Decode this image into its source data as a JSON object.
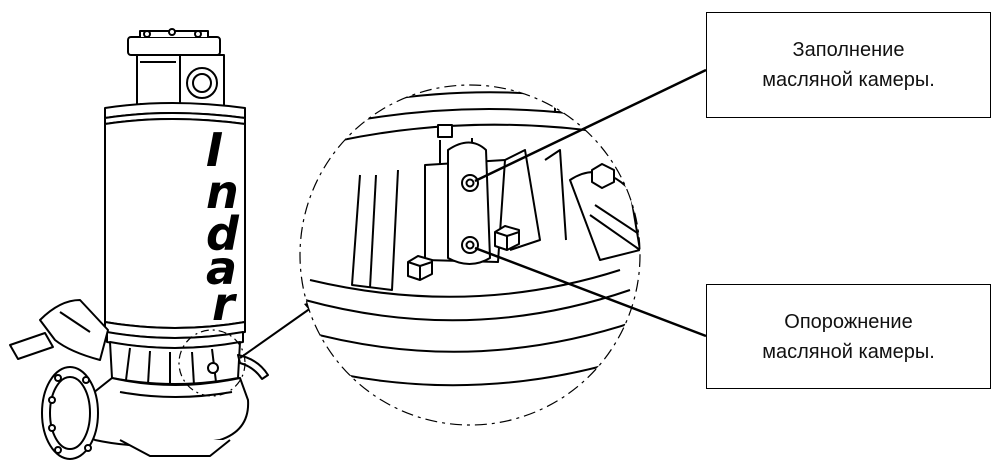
{
  "brand": {
    "letters": [
      "I",
      "n",
      "d",
      "a",
      "r"
    ]
  },
  "callouts": {
    "fill": {
      "line1": "Заполнение",
      "line2": "масляной камеры."
    },
    "drain": {
      "line1": "Опорожнение",
      "line2": "масляной камеры."
    }
  },
  "colors": {
    "stroke": "#000000",
    "background": "#ffffff"
  }
}
